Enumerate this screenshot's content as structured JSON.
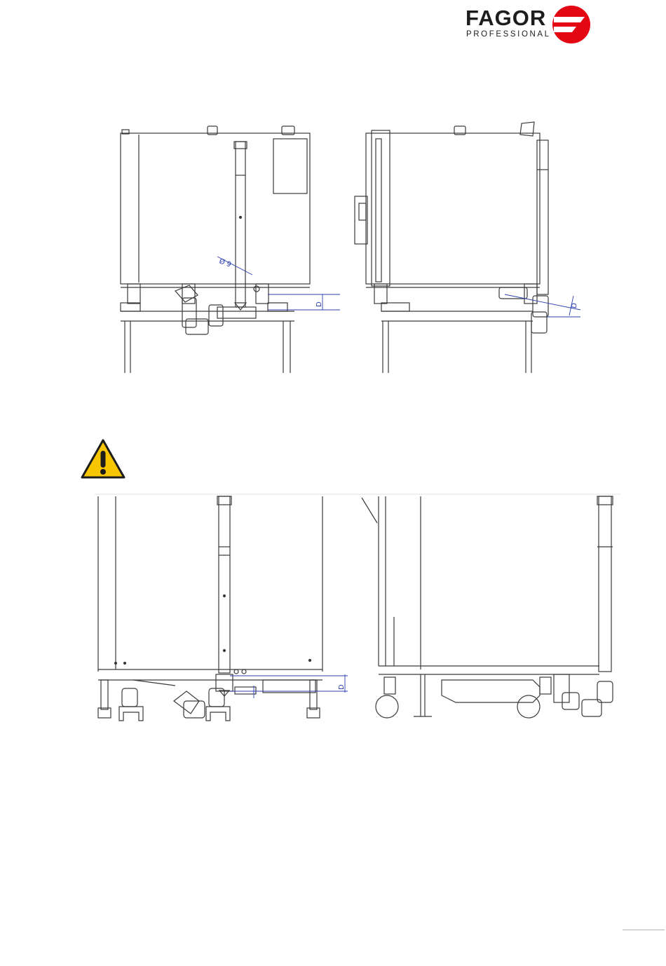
{
  "header": {
    "brand": "FAGOR",
    "subbrand": "PROFESSIONAL",
    "brand_color": "#e30613"
  },
  "figures": {
    "top_drawing": {
      "diameter_label": "Ø 9",
      "height_label_front": "D",
      "height_label_side": "D"
    },
    "bottom_drawing": {
      "height_label": "D"
    }
  },
  "icons": {
    "warning": "warning-triangle-icon"
  },
  "colors": {
    "line": "#3a3a3a",
    "dimension": "#2a3fb0",
    "warning_fill": "#f7c600"
  }
}
